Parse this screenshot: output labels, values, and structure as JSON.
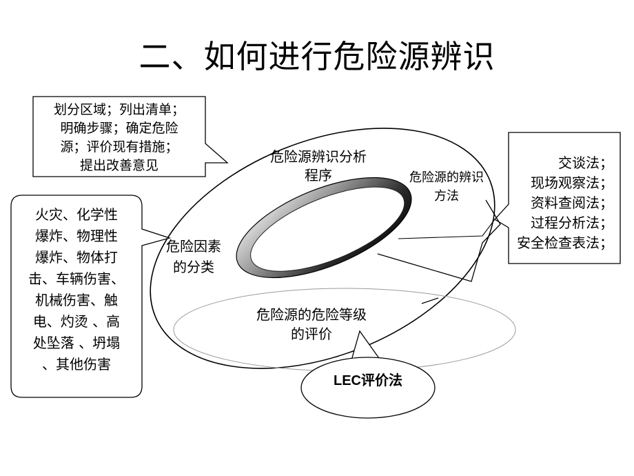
{
  "title": "二、如何进行危险源辨识",
  "callouts": {
    "top_left": [
      "划分区域；列出清单；",
      "明确步骤；确定危险",
      "源；评价现有措施；",
      "提出改善意见"
    ],
    "left": [
      "火灾、化学性",
      "爆炸、物理性",
      "爆炸、物体打",
      "击、车辆伤害、",
      "机械伤害、触",
      "电、灼烫 、高",
      "处坠落 、坍塌",
      "、其他伤害"
    ],
    "right": [
      "交谈法；",
      "现场观察法；",
      "资料查阅法；",
      "过程分析法；",
      "安全检查表法；"
    ],
    "bottom": "LEC评价法"
  },
  "ring_labels": {
    "procedure": [
      "危险源辨识分析",
      "程序"
    ],
    "methods": [
      "危险源的辨识",
      "方法"
    ],
    "classification": [
      "危险因素",
      "的分类"
    ],
    "grading": [
      "危险源的危险等级",
      "的评价"
    ]
  }
}
